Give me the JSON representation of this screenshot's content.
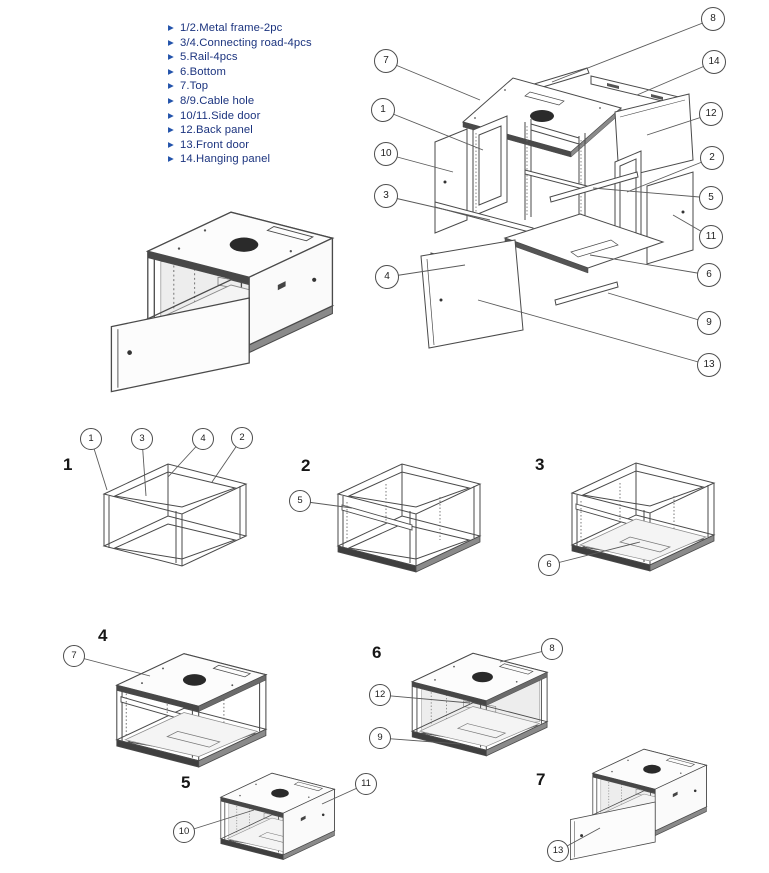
{
  "colors": {
    "list_text_navy": "#1c347f",
    "bullet_blue": "#2353ab",
    "line_gray": "#4a4a4a"
  },
  "parts_list": {
    "items": [
      "1/2.Metal frame-2pc",
      "3/4.Connecting road-4pcs",
      "5.Rail-4pcs",
      "6.Bottom",
      "7.Top",
      "8/9.Cable hole",
      "10/11.Side door",
      "12.Back panel",
      "13.Front door",
      "14.Hanging panel"
    ]
  },
  "exploded": {
    "callouts": [
      "7",
      "8",
      "14",
      "1",
      "12",
      "10",
      "2",
      "3",
      "5",
      "11",
      "4",
      "6",
      "9",
      "13"
    ]
  },
  "steps": [
    {
      "label": "1",
      "callouts": [
        "1",
        "3",
        "4",
        "2"
      ]
    },
    {
      "label": "2",
      "callouts": [
        "5"
      ]
    },
    {
      "label": "3",
      "callouts": [
        "6"
      ]
    },
    {
      "label": "4",
      "callouts": [
        "7"
      ]
    },
    {
      "label": "6",
      "callouts": [
        "8",
        "12",
        "9"
      ]
    },
    {
      "label": "5",
      "callouts": [
        "10",
        "11"
      ]
    },
    {
      "label": "7",
      "callouts": [
        "13"
      ]
    }
  ]
}
